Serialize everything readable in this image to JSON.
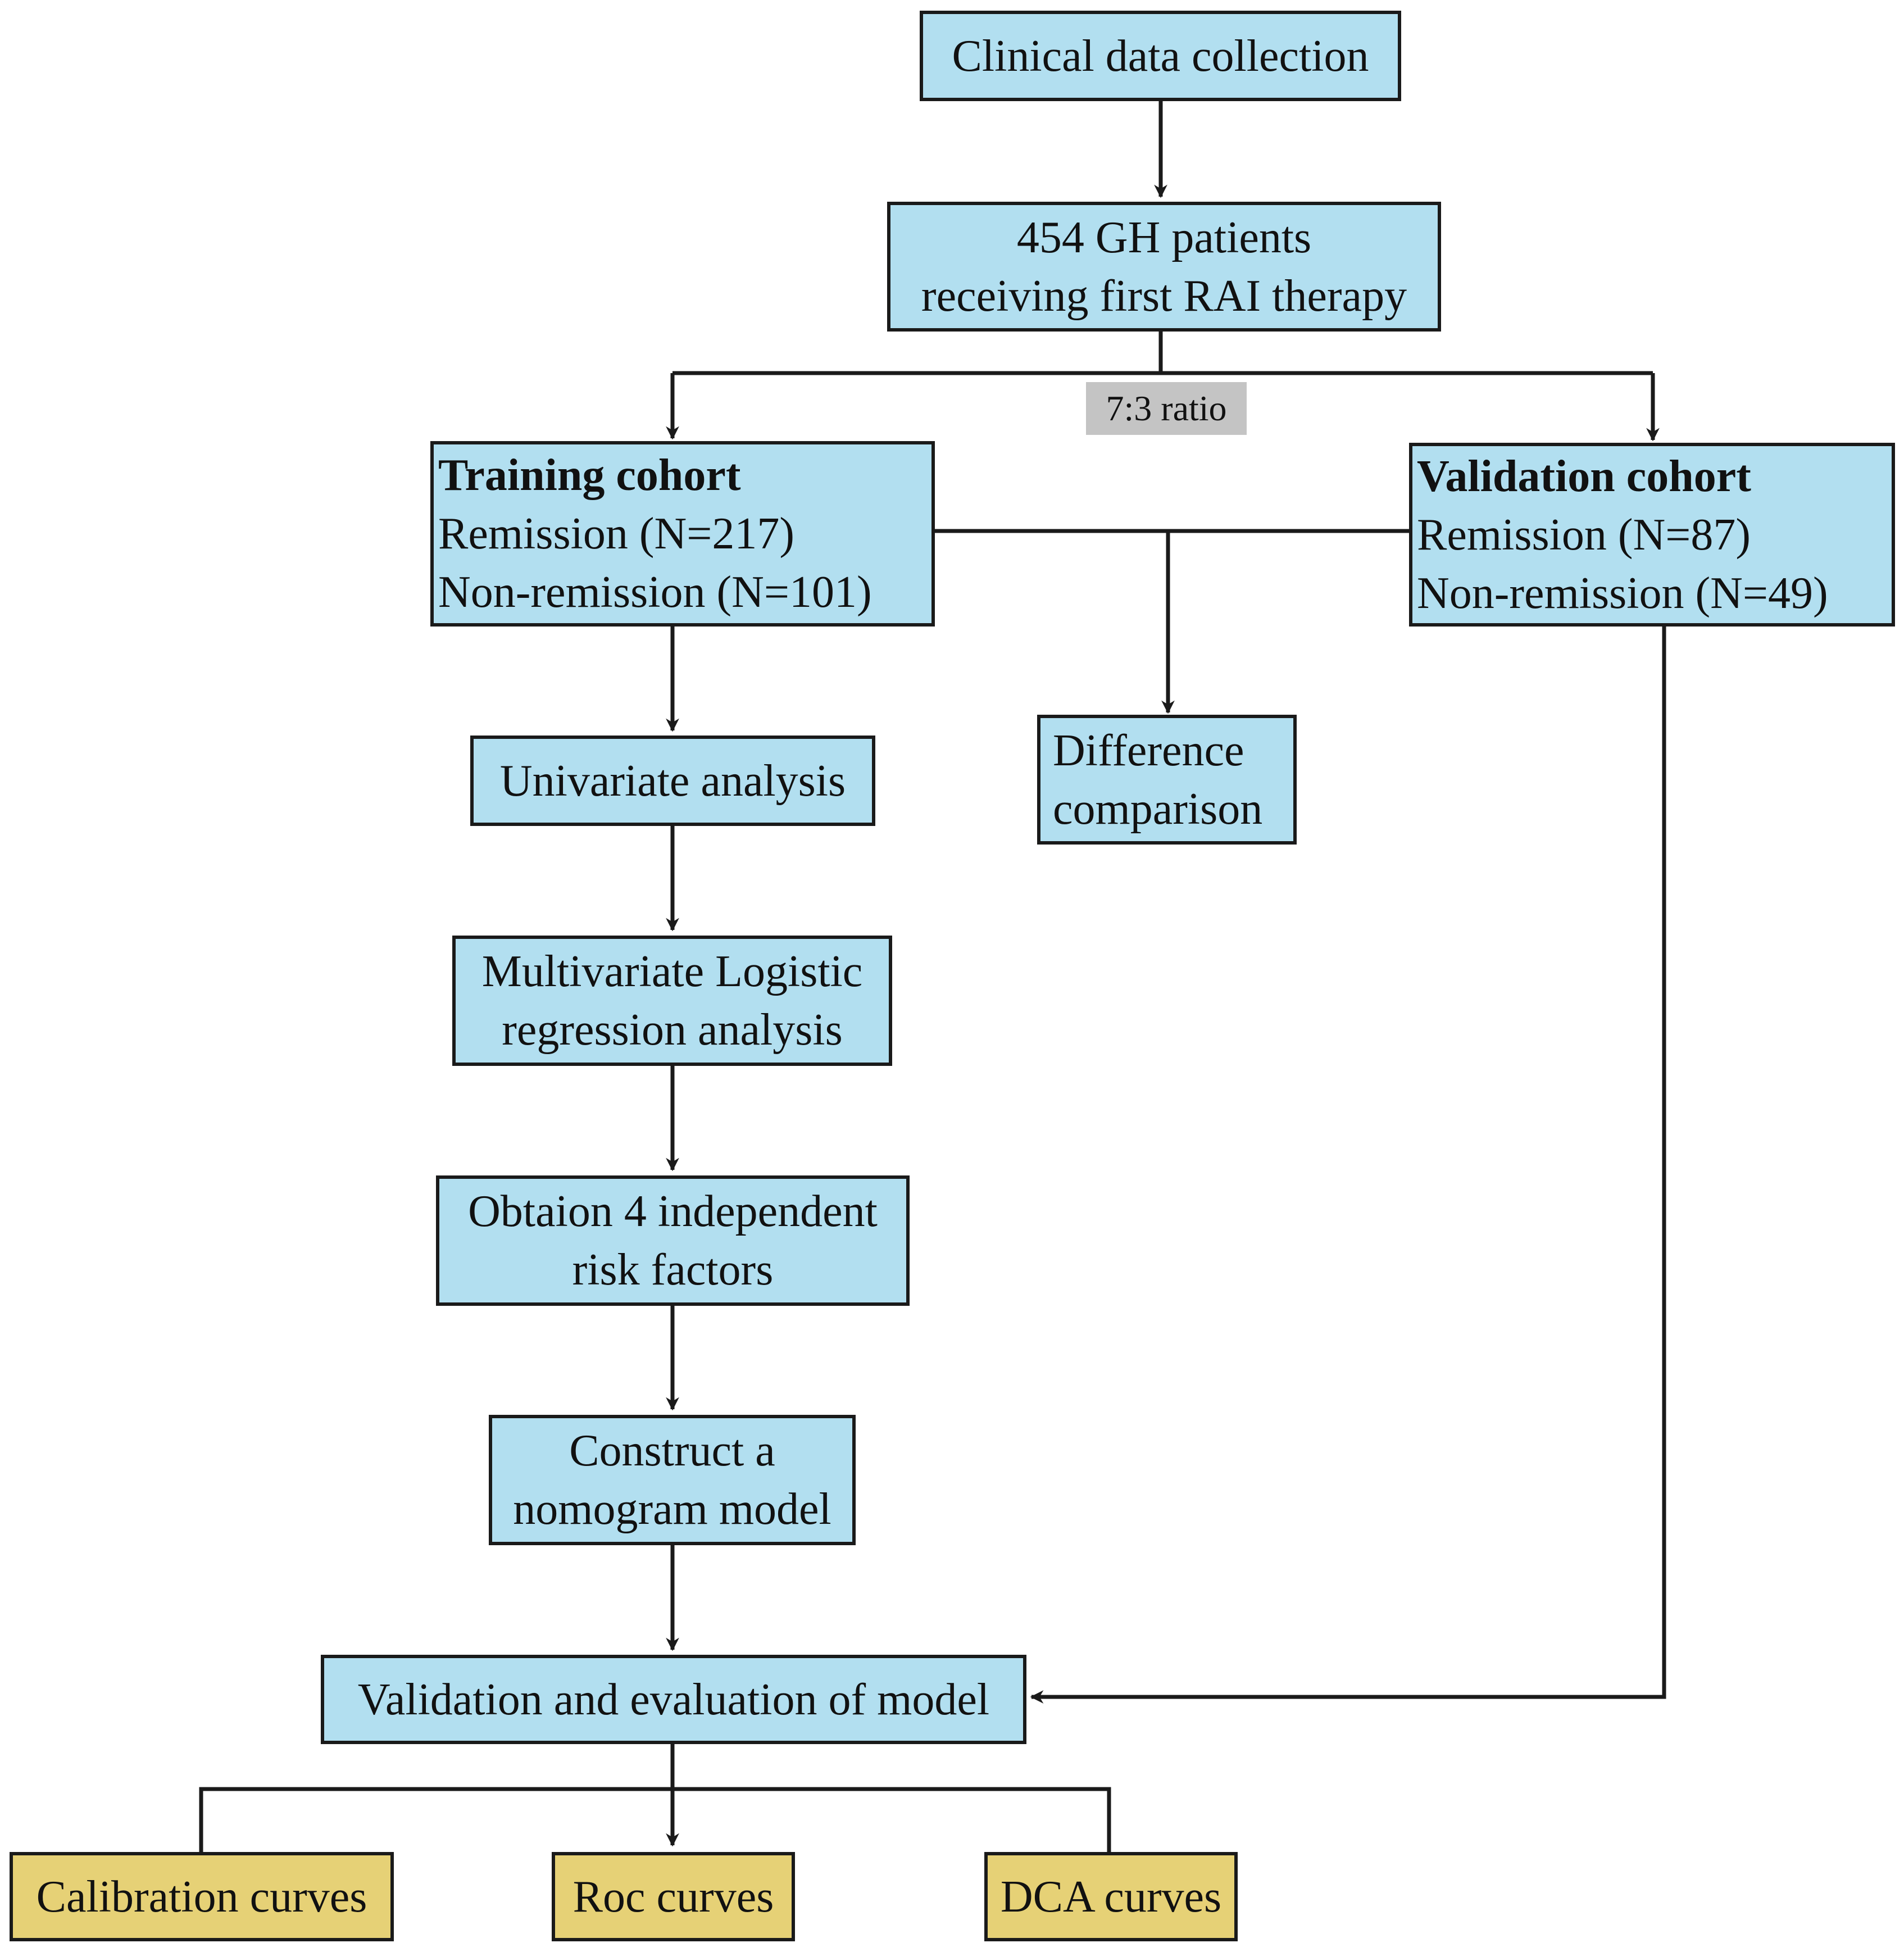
{
  "colors": {
    "process_fill": "#b2dff0",
    "output_fill": "#e6d176",
    "stroke": "#1a1a1a",
    "tag_fill": "#c4c4c4"
  },
  "nodes": {
    "collection": {
      "line1": "Clinical data collection"
    },
    "patients": {
      "line1": "454 GH patients",
      "line2": "receiving first RAI therapy"
    },
    "split_label": "7:3 ratio",
    "training": {
      "title": "Training cohort",
      "line1": "Remission (N=217)",
      "line2": "Non-remission (N=101)"
    },
    "validation": {
      "title": "Validation cohort",
      "line1": "Remission (N=87)",
      "line2": "Non-remission (N=49)"
    },
    "difference": {
      "line1": "Difference",
      "line2": "comparison"
    },
    "univariate": {
      "line1": "Univariate analysis"
    },
    "multivariate": {
      "line1": "Multivariate Logistic",
      "line2": "regression analysis"
    },
    "risk_factors": {
      "line1": "Obtaion 4 independent",
      "line2": "risk factors"
    },
    "nomogram": {
      "line1": "Construct a",
      "line2": "nomogram model"
    },
    "evaluation": {
      "line1": "Validation and evaluation of model"
    },
    "calibration": {
      "line1": "Calibration curves"
    },
    "roc": {
      "line1": "Roc curves"
    },
    "dca": {
      "line1": "DCA curves"
    }
  }
}
